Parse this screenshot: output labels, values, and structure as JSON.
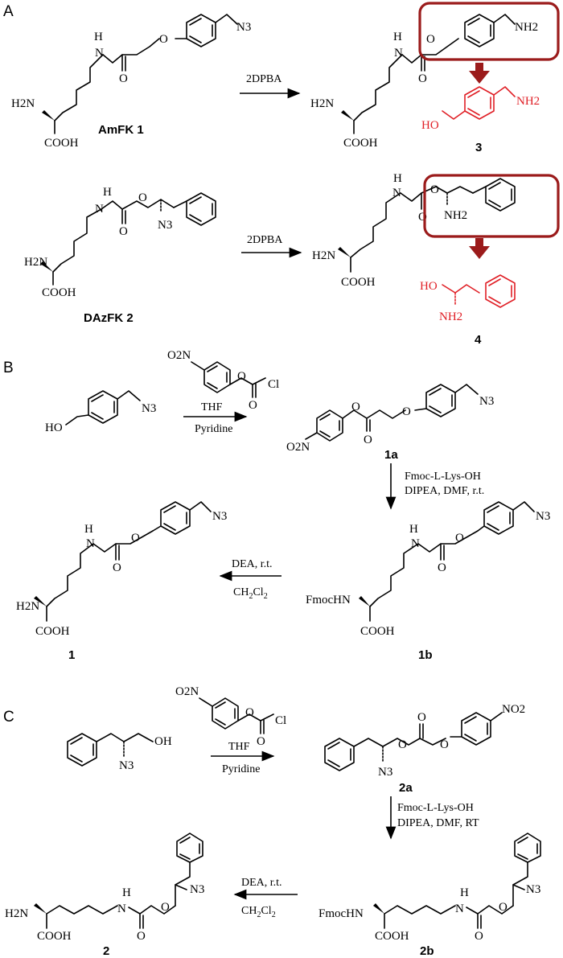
{
  "panels": {
    "a": "A",
    "b": "B",
    "c": "C"
  },
  "compounds": {
    "amfk_label": "AmFK  1",
    "dazfk_label": "DAzFK 2",
    "c3": "3",
    "c4": "4",
    "c1a": "1a",
    "c1b": "1b",
    "c1": "1",
    "c2a": "2a",
    "c2b": "2b",
    "c2": "2"
  },
  "reagents": {
    "dpba_1": "2DPBA",
    "dpba_2": "2DPBA",
    "thf_b": "THF",
    "pyridine_b": "Pyridine",
    "fmoc_b_line1": "Fmoc-L-Lys-OH",
    "fmoc_b_line2": "DIPEA, DMF, r.t.",
    "dea_b": "DEA, r.t.",
    "ch2cl2_b": "CH2Cl2",
    "thf_c": "THF",
    "pyridine_c": "Pyridine",
    "fmoc_c_line1": "Fmoc-L-Lys-OH",
    "fmoc_c_line2": "DIPEA, DMF, RT",
    "dea_c": "DEA, r.t.",
    "ch2cl2_c": "CH2Cl2"
  },
  "atoms": {
    "H": "H",
    "N": "N",
    "O": "O",
    "HO": "HO",
    "OH": "OH",
    "Cl": "Cl",
    "N3": "N3",
    "NH2": "NH2",
    "H2N": "H2N",
    "O2N": "O2N",
    "NO2": "NO2",
    "COOH": "COOH",
    "FmocHN": "FmocHN"
  },
  "colors": {
    "product_fragment": "#e01f26",
    "highlight_box": "#9b1b1b"
  }
}
